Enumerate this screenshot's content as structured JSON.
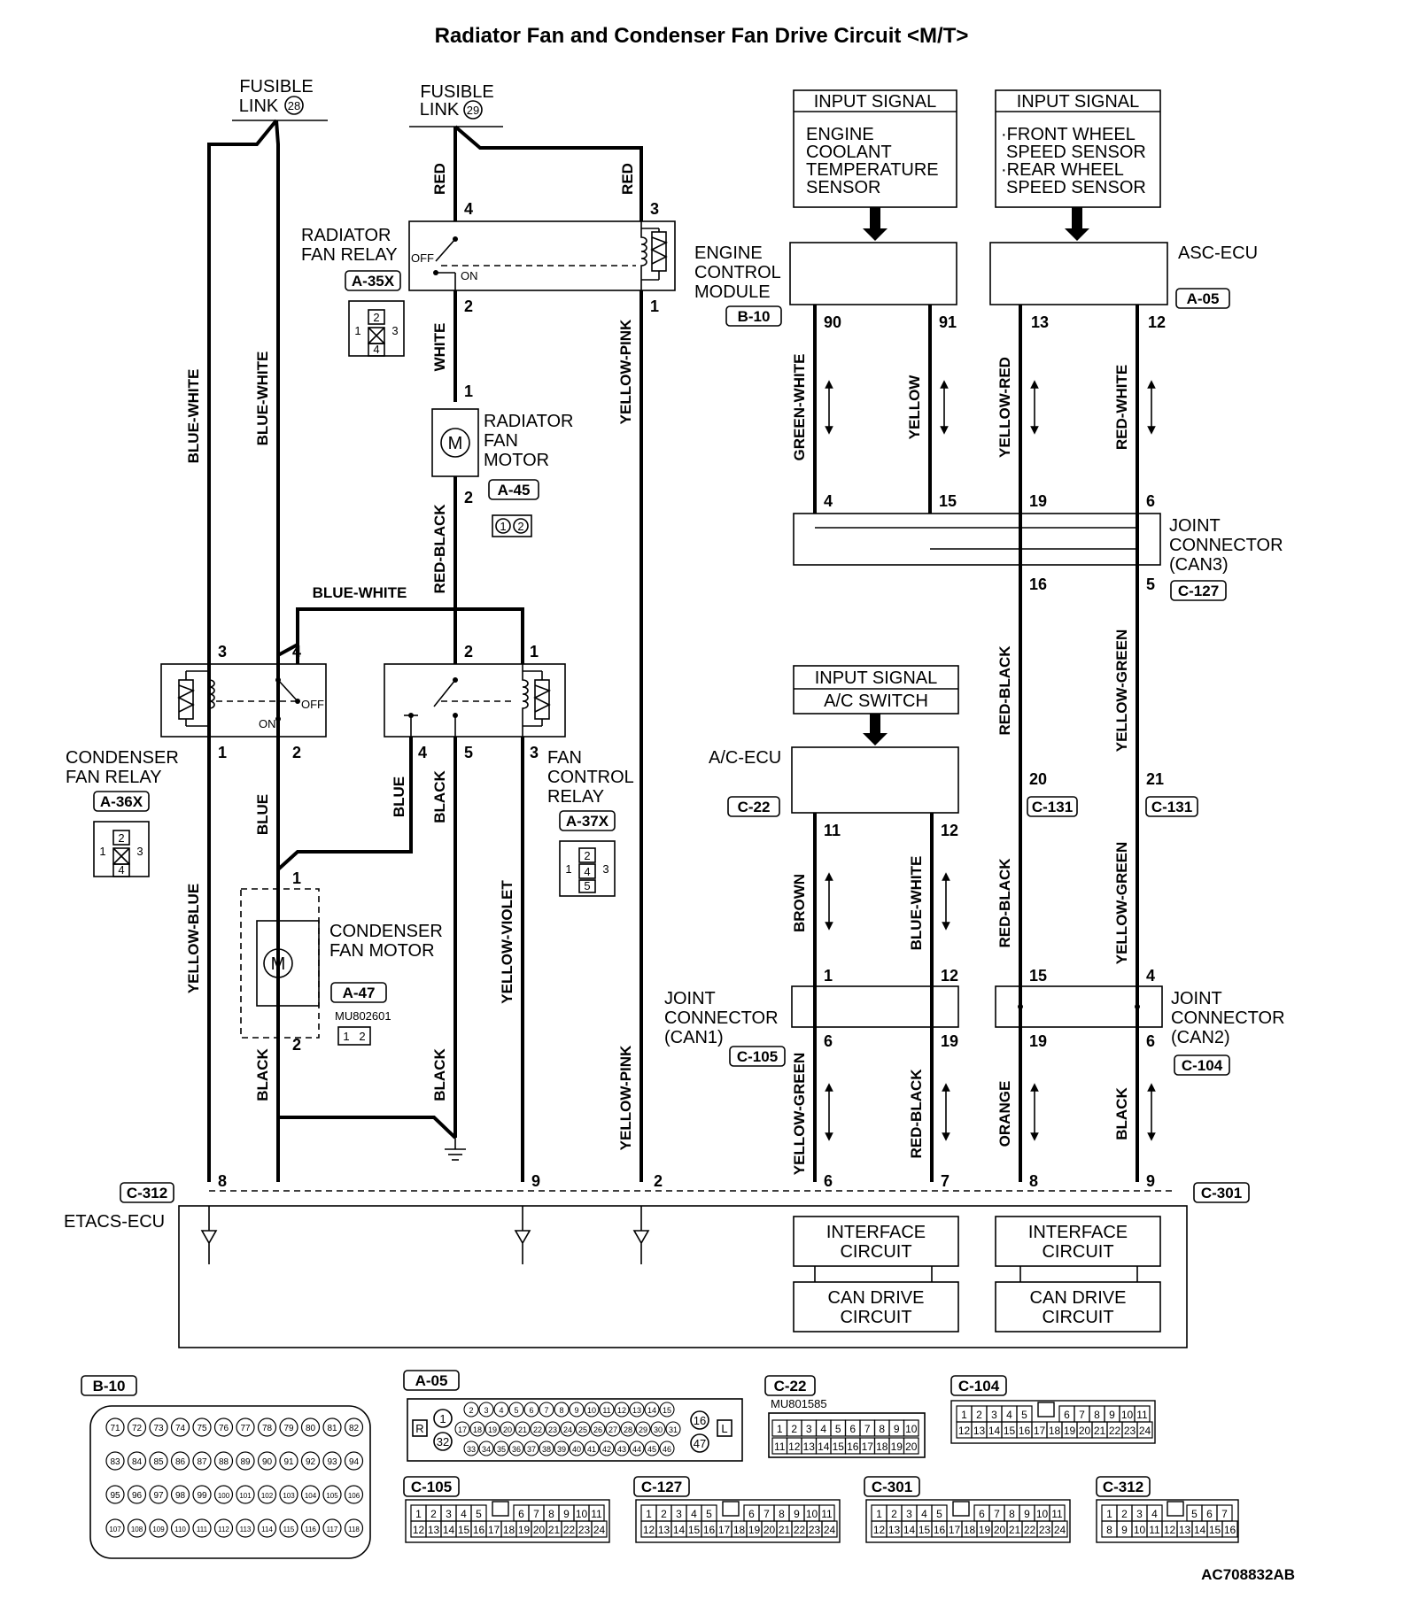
{
  "title": "Radiator Fan and Condenser Fan Drive Circuit <M/T>",
  "figure_id": "AC708832AB",
  "fusible_links": [
    {
      "text": "FUSIBLE",
      "text2": "LINK",
      "num": "28"
    },
    {
      "text": "FUSIBLE",
      "text2": "LINK",
      "num": "29"
    }
  ],
  "components": {
    "radiator_fan_relay": {
      "line1": "RADIATOR",
      "line2": "FAN RELAY",
      "tag": "A-35X",
      "off": "OFF",
      "on": "ON"
    },
    "radiator_fan_motor": {
      "line1": "RADIATOR",
      "line2": "FAN",
      "line3": "MOTOR",
      "tag": "A-45"
    },
    "condenser_fan_relay": {
      "line1": "CONDENSER",
      "line2": "FAN RELAY",
      "tag": "A-36X",
      "off": "OFF",
      "on": "ON"
    },
    "fan_control_relay": {
      "line1": "FAN",
      "line2": "CONTROL",
      "line3": "RELAY",
      "tag": "A-37X"
    },
    "condenser_fan_motor": {
      "line1": "CONDENSER",
      "line2": "FAN MOTOR",
      "tag": "A-47",
      "part": "MU802601"
    },
    "ecm": {
      "line1": "ENGINE",
      "line2": "CONTROL",
      "line3": "MODULE",
      "tag": "B-10"
    },
    "asc_ecu": {
      "line1": "ASC-ECU",
      "tag": "A-05"
    },
    "ac_ecu": {
      "line1": "A/C-ECU",
      "tag": "C-22"
    },
    "etacs_ecu": {
      "line1": "ETACS-ECU",
      "tag_left": "C-312",
      "tag_right": "C-301"
    },
    "jc_can3": {
      "line1": "JOINT",
      "line2": "CONNECTOR",
      "line3": "(CAN3)",
      "tag": "C-127"
    },
    "jc_can1": {
      "line1": "JOINT",
      "line2": "CONNECTOR",
      "line3": "(CAN1)",
      "tag": "C-105"
    },
    "jc_can2": {
      "line1": "JOINT",
      "line2": "CONNECTOR",
      "line3": "(CAN2)",
      "tag": "C-104"
    },
    "c131_left": "C-131",
    "c131_right": "C-131"
  },
  "input_signals": [
    {
      "header": "INPUT SIGNAL",
      "lines": [
        "ENGINE",
        "COOLANT",
        "TEMPERATURE",
        "SENSOR"
      ]
    },
    {
      "header": "INPUT SIGNAL",
      "lines": [
        "·FRONT WHEEL",
        "SPEED SENSOR",
        "·REAR WHEEL",
        "SPEED SENSOR"
      ]
    },
    {
      "header": "INPUT SIGNAL",
      "lines": [
        "A/C SWITCH"
      ]
    }
  ],
  "circuits": {
    "interface": {
      "line1": "INTERFACE",
      "line2": "CIRCUIT"
    },
    "can_drive": {
      "line1": "CAN DRIVE",
      "line2": "CIRCUIT"
    }
  },
  "wire_colors": {
    "bw_left": "BLUE-WHITE",
    "bw_mid": "BLUE-WHITE",
    "bw_horizontal": "BLUE-WHITE",
    "red_a": "RED",
    "red_b": "RED",
    "white": "WHITE",
    "red_black_motor": "RED-BLACK",
    "yellow_pink_top": "YELLOW-PINK",
    "yellow_pink_bottom": "YELLOW-PINK",
    "yellow_blue": "YELLOW-BLUE",
    "blue_a": "BLUE",
    "blue_b": "BLUE",
    "black_a": "BLACK",
    "black_b": "BLACK",
    "yellow_violet": "YELLOW-VIOLET",
    "green_white": "GREEN-WHITE",
    "yellow": "YELLOW",
    "yellow_red": "YELLOW-RED",
    "red_white": "RED-WHITE",
    "red_black_1": "RED-BLACK",
    "yellow_green_1": "YELLOW-GREEN",
    "brown": "BROWN",
    "blue_white_can": "BLUE-WHITE",
    "red_black_2": "RED-BLACK",
    "yellow_green_2": "YELLOW-GREEN",
    "yellow_green_3": "YELLOW-GREEN",
    "red_black_3": "RED-BLACK",
    "orange": "ORANGE",
    "black_can": "BLACK"
  },
  "pins": {
    "p4a": "4",
    "p3a": "3",
    "p2a": "2",
    "p1a": "1",
    "p1m": "1",
    "p2m": "2",
    "p3c": "3",
    "p4c": "4",
    "p1c": "1",
    "p2c": "2",
    "p2f": "2",
    "p1f": "1",
    "p4f": "4",
    "p5f": "5",
    "p3f": "3",
    "p1cm": "1",
    "p2cm": "2",
    "p90": "90",
    "p91": "91",
    "p13": "13",
    "p12": "12",
    "p4j": "4",
    "p15j": "15",
    "p19j": "19",
    "p6j": "6",
    "p16": "16",
    "p5": "5",
    "p20": "20",
    "p21": "21",
    "p11": "11",
    "p12ac": "12",
    "p1jc1": "1",
    "p12jc1": "12",
    "p15jc2": "15",
    "p4jc2": "4",
    "p6jc1": "6",
    "p19jc1": "19",
    "p19jc2": "19",
    "p6jc2": "6",
    "p8": "8",
    "p9": "9",
    "p2e": "2",
    "p6e": "6",
    "p7e": "7",
    "p8e": "8",
    "p9e": "9"
  },
  "connector_views": {
    "b10": {
      "tag": "B-10",
      "rows": [
        [
          "71",
          "72",
          "73",
          "74",
          "75",
          "76",
          "77",
          "78",
          "79",
          "80",
          "81",
          "82"
        ],
        [
          "83",
          "84",
          "85",
          "86",
          "87",
          "88",
          "89",
          "90",
          "91",
          "92",
          "93",
          "94"
        ],
        [
          "95",
          "96",
          "97",
          "98",
          "99",
          "100",
          "101",
          "102",
          "103",
          "104",
          "105",
          "106"
        ],
        [
          "107",
          "108",
          "109",
          "110",
          "111",
          "112",
          "113",
          "114",
          "115",
          "116",
          "117",
          "118"
        ]
      ]
    },
    "a05": {
      "tag": "A-05",
      "left": "R",
      "right": "L",
      "c1": "1",
      "c32": "32",
      "c16": "16",
      "c47": "47",
      "row1": [
        "2",
        "3",
        "4",
        "5",
        "6",
        "7",
        "8",
        "9",
        "10",
        "11",
        "12",
        "13",
        "14",
        "15"
      ],
      "row2": [
        "17",
        "18",
        "19",
        "20",
        "21",
        "22",
        "23",
        "24",
        "25",
        "26",
        "27",
        "28",
        "29",
        "30",
        "31"
      ],
      "row3": [
        "33",
        "34",
        "35",
        "36",
        "37",
        "38",
        "39",
        "40",
        "41",
        "42",
        "43",
        "44",
        "45",
        "46"
      ]
    },
    "c22": {
      "tag": "C-22",
      "part": "MU801585",
      "row1": [
        "1",
        "2",
        "3",
        "4",
        "5",
        "6",
        "7",
        "8",
        "9",
        "10"
      ],
      "row2": [
        "11",
        "12",
        "13",
        "14",
        "15",
        "16",
        "17",
        "18",
        "19",
        "20"
      ]
    },
    "c104": {
      "tag": "C-104",
      "row1a": [
        "1",
        "2",
        "3",
        "4",
        "5"
      ],
      "row1b": [
        "6",
        "7",
        "8",
        "9",
        "10",
        "11"
      ],
      "row2": [
        "12",
        "13",
        "14",
        "15",
        "16",
        "17",
        "18",
        "19",
        "20",
        "21",
        "22",
        "23",
        "24"
      ]
    },
    "c105": {
      "tag": "C-105",
      "row1a": [
        "1",
        "2",
        "3",
        "4",
        "5"
      ],
      "row1b": [
        "6",
        "7",
        "8",
        "9",
        "10",
        "11"
      ],
      "row2": [
        "12",
        "13",
        "14",
        "15",
        "16",
        "17",
        "18",
        "19",
        "20",
        "21",
        "22",
        "23",
        "24"
      ]
    },
    "c127": {
      "tag": "C-127",
      "row1a": [
        "1",
        "2",
        "3",
        "4",
        "5"
      ],
      "row1b": [
        "6",
        "7",
        "8",
        "9",
        "10",
        "11"
      ],
      "row2": [
        "12",
        "13",
        "14",
        "15",
        "16",
        "17",
        "18",
        "19",
        "20",
        "21",
        "22",
        "23",
        "24"
      ]
    },
    "c301": {
      "tag": "C-301",
      "row1a": [
        "1",
        "2",
        "3",
        "4",
        "5"
      ],
      "row1b": [
        "6",
        "7",
        "8",
        "9",
        "10",
        "11"
      ],
      "row2": [
        "12",
        "13",
        "14",
        "15",
        "16",
        "17",
        "18",
        "19",
        "20",
        "21",
        "22",
        "23",
        "24"
      ]
    },
    "c312": {
      "tag": "C-312",
      "row1a": [
        "1",
        "2",
        "3",
        "4"
      ],
      "row1b": [
        "5",
        "6",
        "7"
      ],
      "row2": [
        "8",
        "9",
        "10",
        "11",
        "12",
        "13",
        "14",
        "15",
        "16"
      ]
    },
    "relay_a35x": [
      "2",
      "1",
      "3",
      "4"
    ],
    "relay_a36x": [
      "2",
      "1",
      "3",
      "4"
    ],
    "relay_a37x": [
      "2",
      "1",
      "4",
      "3",
      "5"
    ],
    "motor_a45": [
      "1",
      "2"
    ],
    "motor_a47": [
      "1",
      "2"
    ]
  }
}
